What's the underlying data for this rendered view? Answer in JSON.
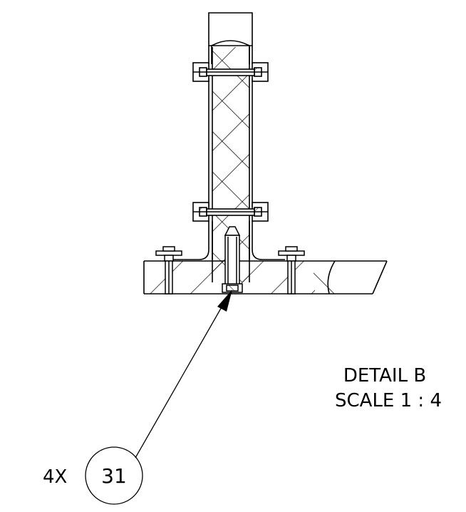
{
  "detail": {
    "title": "DETAIL B",
    "scale": "SCALE 1 : 4"
  },
  "callout": {
    "quantity": "4X",
    "item_number": "31"
  },
  "colors": {
    "line": "#000000",
    "background": "#ffffff"
  }
}
